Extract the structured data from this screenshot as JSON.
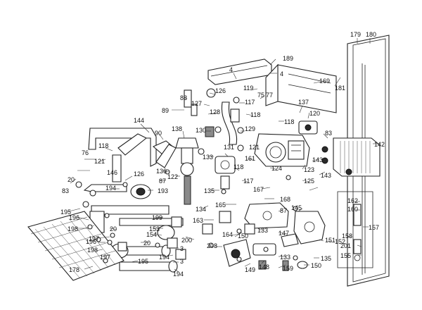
{
  "labels": [
    {
      "text": "179"
    },
    {
      "text": "180"
    },
    {
      "text": "189"
    },
    {
      "text": "4"
    },
    {
      "text": "4"
    },
    {
      "text": "169"
    },
    {
      "text": "181"
    },
    {
      "text": "88"
    },
    {
      "text": "126"
    },
    {
      "text": "119"
    },
    {
      "text": "75"
    },
    {
      "text": "77"
    },
    {
      "text": "117"
    },
    {
      "text": "127"
    },
    {
      "text": "89"
    },
    {
      "text": "128"
    },
    {
      "text": "118"
    },
    {
      "text": "137"
    },
    {
      "text": "120"
    },
    {
      "text": "118"
    },
    {
      "text": "83"
    },
    {
      "text": "144"
    },
    {
      "text": "90"
    },
    {
      "text": "138"
    },
    {
      "text": "130"
    },
    {
      "text": "129"
    },
    {
      "text": "142"
    },
    {
      "text": "118"
    },
    {
      "text": "76"
    },
    {
      "text": "121"
    },
    {
      "text": "133"
    },
    {
      "text": "131"
    },
    {
      "text": "161"
    },
    {
      "text": "121"
    },
    {
      "text": "143"
    },
    {
      "text": "136"
    },
    {
      "text": "122"
    },
    {
      "text": "118"
    },
    {
      "text": "124"
    },
    {
      "text": "123"
    },
    {
      "text": "146"
    },
    {
      "text": "126"
    },
    {
      "text": "87"
    },
    {
      "text": "117"
    },
    {
      "text": "125"
    },
    {
      "text": "143"
    },
    {
      "text": "20"
    },
    {
      "text": "194"
    },
    {
      "text": "193"
    },
    {
      "text": "135"
    },
    {
      "text": "167"
    },
    {
      "text": "83"
    },
    {
      "text": "168"
    },
    {
      "text": "162"
    },
    {
      "text": "195"
    },
    {
      "text": "134"
    },
    {
      "text": "165"
    },
    {
      "text": "87"
    },
    {
      "text": "145"
    },
    {
      "text": "160"
    },
    {
      "text": "199"
    },
    {
      "text": "163"
    },
    {
      "text": "133"
    },
    {
      "text": "157"
    },
    {
      "text": "196"
    },
    {
      "text": "198"
    },
    {
      "text": "20"
    },
    {
      "text": "153"
    },
    {
      "text": "200"
    },
    {
      "text": "164"
    },
    {
      "text": "150"
    },
    {
      "text": "147"
    },
    {
      "text": "158"
    },
    {
      "text": "197"
    },
    {
      "text": "154"
    },
    {
      "text": "196"
    },
    {
      "text": "20"
    },
    {
      "text": "151"
    },
    {
      "text": "208"
    },
    {
      "text": "198"
    },
    {
      "text": "197"
    },
    {
      "text": "3"
    },
    {
      "text": "201"
    },
    {
      "text": "178"
    },
    {
      "text": "194"
    },
    {
      "text": "3"
    },
    {
      "text": "133"
    },
    {
      "text": "155"
    },
    {
      "text": "195"
    },
    {
      "text": "149"
    },
    {
      "text": "148"
    },
    {
      "text": "159"
    },
    {
      "text": "150"
    },
    {
      "text": "135"
    },
    {
      "text": "194"
    },
    {
      "text": "152"
    }
  ]
}
